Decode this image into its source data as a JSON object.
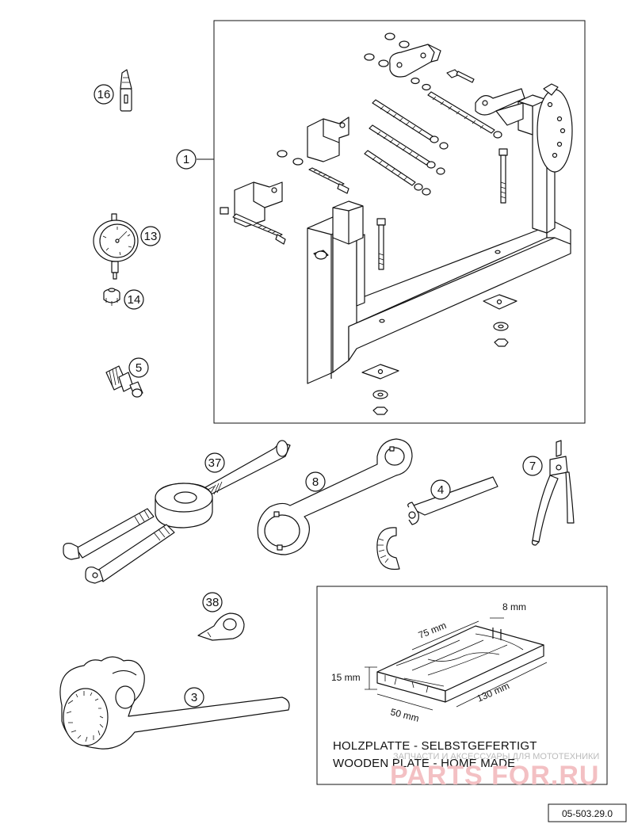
{
  "callouts": {
    "c1": "1",
    "c3": "3",
    "c4": "4",
    "c5": "5",
    "c7": "7",
    "c8": "8",
    "c13": "13",
    "c14": "14",
    "c16": "16",
    "c37": "37",
    "c38": "38"
  },
  "wood_plate": {
    "dim_75": "75 mm",
    "dim_8": "8 mm",
    "dim_15": "15 mm",
    "dim_130": "130 mm",
    "dim_50": "50 mm",
    "caption_de": "HOLZPLATTE - SELBSTGEFERTIGT",
    "caption_en": "WOODEN PLATE - HOME MADE"
  },
  "watermark": {
    "line1": "ЗАПЧАСТИ И АКСЕССУАРЫ ДЛЯ МОТОТЕХНИКИ",
    "logo": "PARTS FOR.RU"
  },
  "drawing_code": "05-503.29.0",
  "colors": {
    "line": "#111111",
    "watermark": "#f3c0c3"
  }
}
